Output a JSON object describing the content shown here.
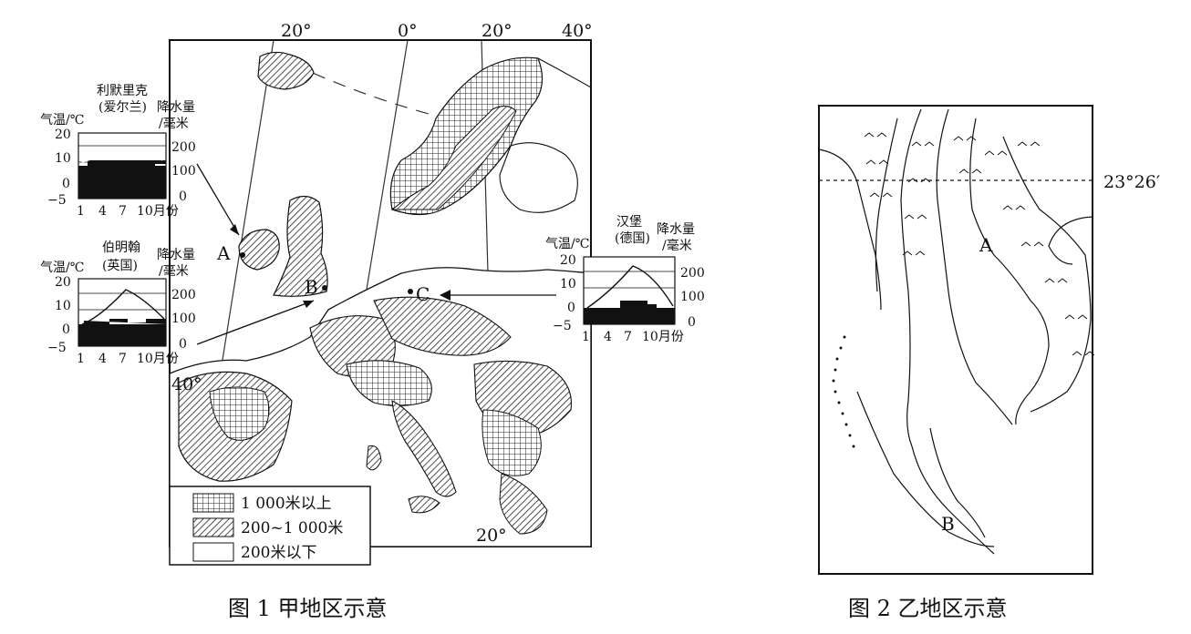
{
  "figure1": {
    "caption": "图 1   甲地区示意",
    "longitude_labels": [
      "20°",
      "0°",
      "20°",
      "40°"
    ],
    "latitude_label": "40°",
    "bottom_longitude_label": "20°",
    "points": [
      "A",
      "B",
      "C"
    ],
    "legend": {
      "items": [
        {
          "label": "1 000米以上",
          "pattern": "grid"
        },
        {
          "label": "200~1 000米",
          "pattern": "hatch"
        },
        {
          "label": "200米以下",
          "pattern": "blank"
        }
      ]
    },
    "climate_charts": [
      {
        "id": "limerick",
        "city": "利默里克",
        "country": "(爱尔兰)",
        "temp_label": "气温/℃",
        "precip_label": "降水量",
        "precip_unit": "/毫米",
        "temp_ticks": [
          "20",
          "10",
          "0",
          "−5"
        ],
        "precip_ticks": [
          "200",
          "100",
          "0"
        ],
        "month_label": "10月份",
        "month_ticks": [
          "1",
          "4",
          "7"
        ]
      },
      {
        "id": "birmingham",
        "city": "伯明翰",
        "country": "(英国)",
        "temp_label": "气温/℃",
        "precip_label": "降水量",
        "precip_unit": "/毫米",
        "temp_ticks": [
          "20",
          "10",
          "0",
          "−5"
        ],
        "precip_ticks": [
          "200",
          "100",
          "0"
        ],
        "month_label": "10月份",
        "month_ticks": [
          "1",
          "4",
          "7"
        ]
      },
      {
        "id": "hamburg",
        "city": "汉堡",
        "country": "(德国)",
        "temp_label": "气温/℃",
        "precip_label": "降水量",
        "precip_unit": "/毫米",
        "temp_ticks": [
          "20",
          "10",
          "0",
          "−5"
        ],
        "precip_ticks": [
          "200",
          "100",
          "0"
        ],
        "month_label": "10月份",
        "month_ticks": [
          "1",
          "4",
          "7"
        ]
      }
    ]
  },
  "figure2": {
    "caption": "图 2   乙地区示意",
    "latitude_label": "23°26′",
    "points": [
      "A",
      "B"
    ]
  }
}
